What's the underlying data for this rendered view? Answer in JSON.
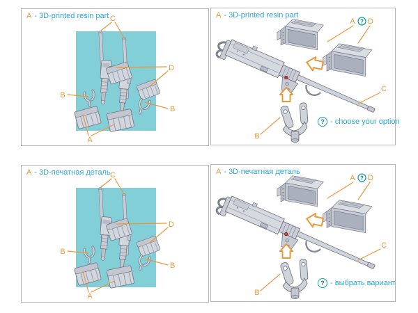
{
  "sheet": {
    "labels": {
      "a": "A",
      "b": "B",
      "c": "C",
      "d": "D",
      "question_mark": "?"
    },
    "colors": {
      "accent_orange": "#E8983C",
      "accent_blue": "#2EA7D9",
      "question_teal": "#17A2A8",
      "backdrop_cyan": "#82CFD7",
      "part_gray": "#D2D6DE",
      "marker_red": "#C13B3B",
      "panel_border": "#B3B3B3"
    },
    "panels": {
      "parts_en": {
        "header_letter": "A",
        "header_text": "- 3D-printed resin part"
      },
      "assembly_en": {
        "header_letter": "A",
        "header_text": "- 3D-printed resin part",
        "option_question": "?",
        "option_note": "- choose your option"
      },
      "parts_ru": {
        "header_letter": "A",
        "header_text": "- 3D-печатная деталь"
      },
      "assembly_ru": {
        "header_letter": "A",
        "header_text": "- 3D-печатная деталь",
        "option_question": "?",
        "option_note": "- выбрать вариант"
      }
    }
  }
}
